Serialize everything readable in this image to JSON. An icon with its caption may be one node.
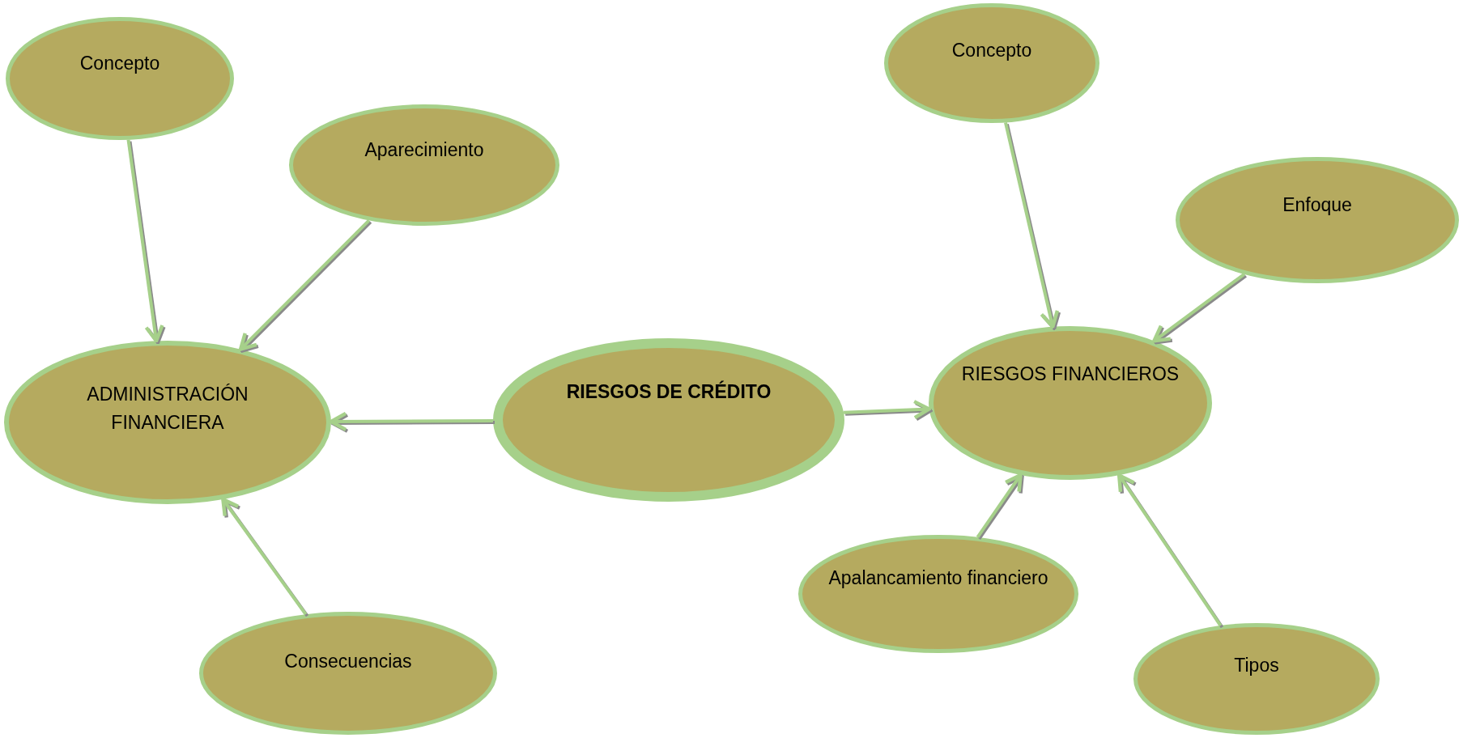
{
  "diagram": {
    "nodes": [
      {
        "text": [
          "Concepto"
        ]
      },
      {
        "text": [
          "Aparecimiento"
        ]
      },
      {
        "text": [
          "ADMINISTRACIÓN FINANCIERA"
        ]
      },
      {
        "text": [
          "RIESGOS DE CRÉDITO"
        ]
      },
      {
        "text": [
          "Consecuencias"
        ]
      },
      {
        "text": [
          "Concepto"
        ]
      },
      {
        "text": [
          "Enfoque"
        ]
      },
      {
        "text": [
          "RIESGOS FINANCIEROS"
        ]
      },
      {
        "text": [
          "Apalancamiento financiero"
        ]
      },
      {
        "text": [
          "Tipos"
        ]
      }
    ],
    "edges": [
      {
        "from": 0,
        "to": 2,
        "arrow": "to"
      },
      {
        "from": 1,
        "to": 2,
        "arrow": "to"
      },
      {
        "from": 3,
        "to": 2,
        "arrow": "to"
      },
      {
        "from": 4,
        "to": 2,
        "arrow": "to"
      },
      {
        "from": 3,
        "to": 7,
        "arrow": "to"
      },
      {
        "from": 5,
        "to": 7,
        "arrow": "to"
      },
      {
        "from": 6,
        "to": 7,
        "arrow": "to"
      },
      {
        "from": 8,
        "to": 7,
        "arrow": "to"
      },
      {
        "from": 9,
        "to": 7,
        "arrow": "to"
      }
    ]
  }
}
